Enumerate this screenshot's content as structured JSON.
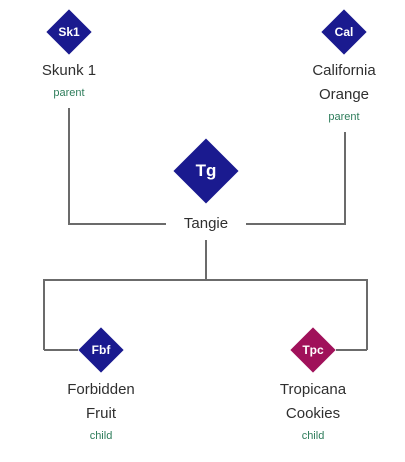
{
  "colors": {
    "parent_diamond": "#1a1a8f",
    "child_fbf_diamond": "#1a1a8f",
    "child_tpc_diamond": "#a0115a",
    "center_diamond": "#1a1a8f",
    "line": "#6b6b6b",
    "role_text": "#2e7d5b"
  },
  "parents": [
    {
      "abbr": "Sk1",
      "name_lines": [
        "Skunk 1"
      ],
      "role": "parent"
    },
    {
      "abbr": "Cal",
      "name_lines": [
        "California",
        "Orange"
      ],
      "role": "parent"
    }
  ],
  "center": {
    "abbr": "Tg",
    "name": "Tangie"
  },
  "children": [
    {
      "abbr": "Fbf",
      "name_lines": [
        "Forbidden",
        "Fruit"
      ],
      "role": "child"
    },
    {
      "abbr": "Tpc",
      "name_lines": [
        "Tropicana",
        "Cookies"
      ],
      "role": "child"
    }
  ]
}
